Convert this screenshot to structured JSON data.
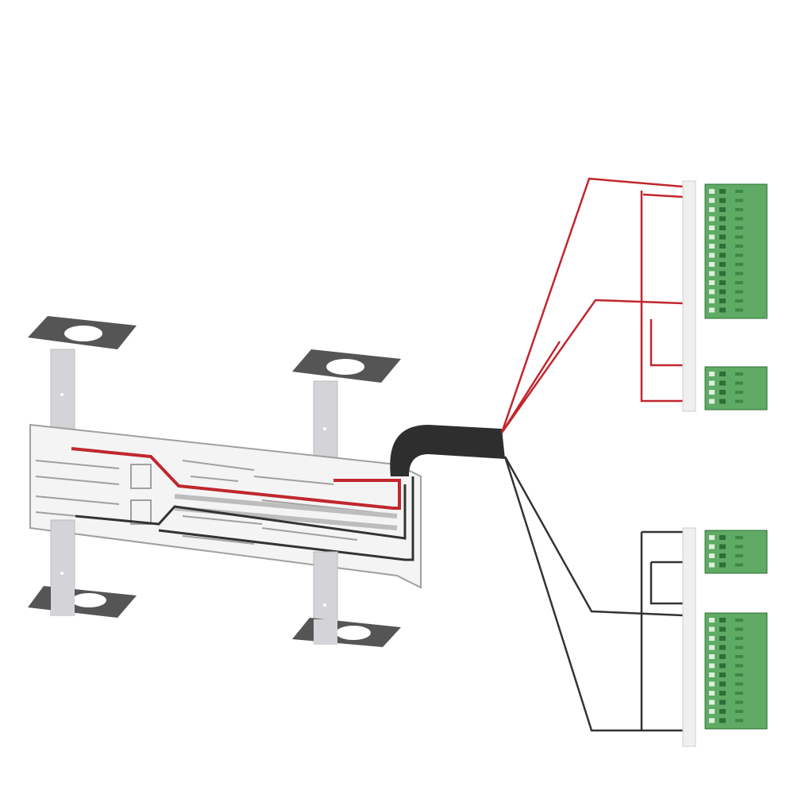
{
  "colors": {
    "background": "#ffffff",
    "red_wire": "#c0272d",
    "black_wire": "#333333",
    "cable_sleeve": "#2e2e2e",
    "mounting_plate": "#555555",
    "bracket": "#d4d4d8",
    "connector_green": "#5faa64",
    "connector_dark": "#2f6e36",
    "rail_outline": "#9a9a9a"
  },
  "icons": [
    "mounting-bracket",
    "busbar-rail",
    "cable-sleeve",
    "terminal-connector"
  ],
  "connectors": [
    {
      "group": "red",
      "pins": 14
    },
    {
      "group": "red",
      "pins": 4
    },
    {
      "group": "black",
      "pins": 4
    },
    {
      "group": "black",
      "pins": 12
    }
  ]
}
